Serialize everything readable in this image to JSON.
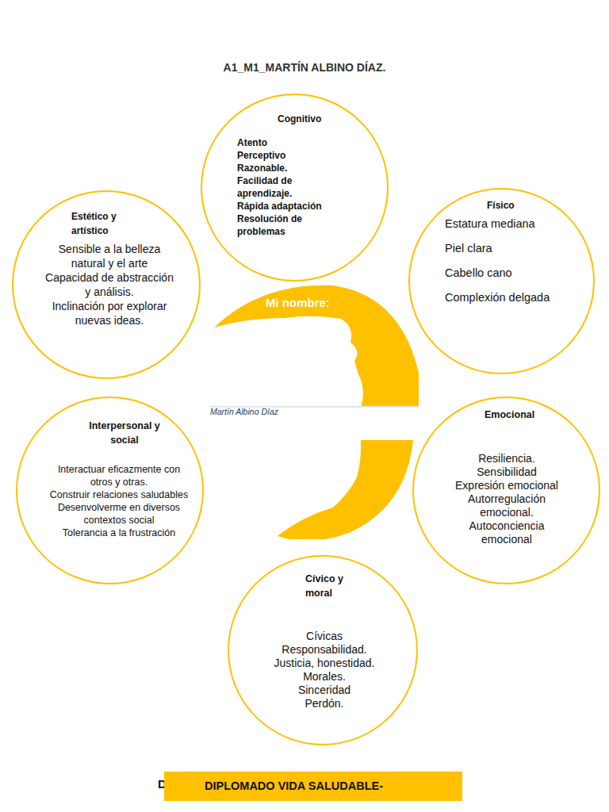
{
  "diagram": {
    "title": "A1_M1_MARTÍN ALBINO DÍAZ.",
    "nodes": [
      {
        "text": [
          "Cognitivo",
          "Atento",
          "Perceptivo",
          "Razonable.",
          "Facilidad de aprendizaje.",
          "Rápida adaptación",
          "Resolución de problemas"
        ]
      },
      {
        "text": [
          "Estético y artístico",
          "Sensible a la belleza natural y el arte",
          "Capacidad de abstracción y análisis.",
          "Inclinación por explorar nuevas ideas."
        ]
      },
      {
        "text": [
          "Físico",
          "Estatura mediana",
          "Piel clara",
          "Cabello cano",
          "Complexión delgada"
        ]
      },
      {
        "text": [
          "Mi nombre:",
          "Martín Albino Díaz"
        ]
      },
      {
        "text": [
          "Interpersonal y social",
          "Interactuar eficazmente con otros y otras.",
          "Construir relaciones saludables",
          "Desenvolverme en diversos contextos social",
          "Tolerancia a la frustración"
        ]
      },
      {
        "text": [
          "Emocional",
          "Resiliencia.",
          "Sensibilidad",
          "Expresión emocional",
          "Autorregulación emocional.",
          "Autoconciencia emocional"
        ]
      },
      {
        "text": [
          "Cívico y moral",
          "Cívicas",
          "Responsabilidad.",
          "Justicia, honestidad.",
          "Morales.",
          "Sinceridad",
          "Perdón."
        ]
      },
      {
        "text": [
          "DIPLOMADO VIDA SALUDABLE-"
        ]
      }
    ],
    "labels": [
      "D"
    ]
  }
}
